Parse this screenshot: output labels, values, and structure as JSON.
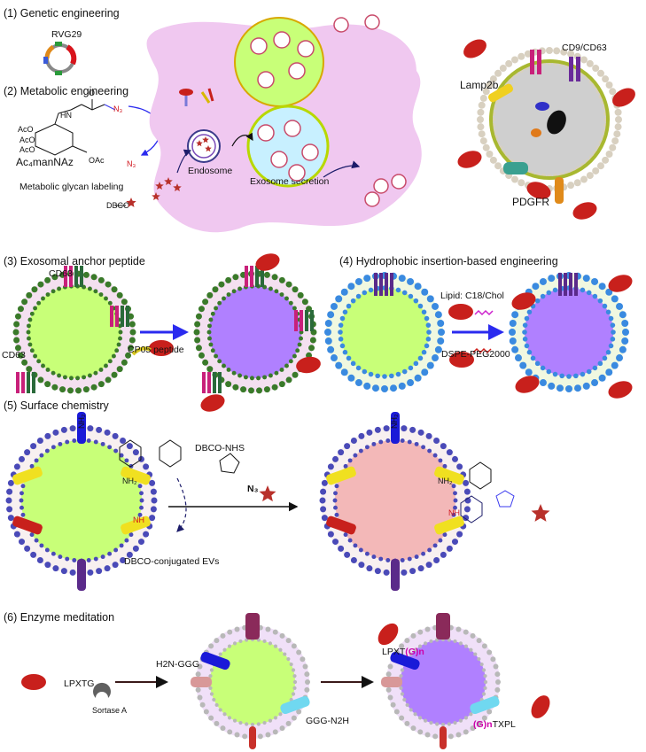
{
  "panel1": {
    "title": "(1) Genetic engineering",
    "plasmid_label": "RVG29"
  },
  "panel2": {
    "title": "(2) Metabolic engineering",
    "sugar_label": "Ac₄manNAz",
    "acO_1": "AcO",
    "acO_2": "AcO",
    "acO_3": "AcO",
    "oac": "OAc",
    "hn": "HN",
    "n3": "N₃",
    "glycan_label": "Metabolic glycan labeling",
    "dbco": "DBCO",
    "endosome": "Endosome",
    "secretion": "Exosome secretion"
  },
  "exosome_top": {
    "cd9_cd63": "CD9/CD63",
    "lamp2b": "Lamp2b",
    "pdgfr": "PDGFR"
  },
  "panel3": {
    "title": "(3) Exosomal anchor peptide",
    "cd63_top": "CD63",
    "cd63_left": "CD63",
    "cp05": "CP05 peptide"
  },
  "panel4": {
    "title": "(4) Hydrophobic insertion-based engineering",
    "lipid": "Lipid: C18/Chol",
    "dspe": "DSPE-PEG2000"
  },
  "panel5": {
    "title": "(5) Surface chemistry",
    "dbco_nhs": "DBCO-NHS",
    "nh2": "NH₂",
    "nh": "NH",
    "n3": "N₃",
    "dbco_evs": "DBCO-conjugated EVs"
  },
  "panel6": {
    "title": "(6) Enzyme meditation",
    "lpxtg": "LPXTG",
    "sortase": "Sortase A",
    "h2n_ggg": "H2N-GGG",
    "ggg_n2h": "GGG-N2H",
    "lpxt": "LPXT",
    "g_n": "(G)n",
    "g_n_2": "(G)n",
    "txpl": "TXPL"
  },
  "colors": {
    "cell": "#f0c8f0",
    "vesicle_green": "#c8ff78",
    "vesicle_purple": "#b080ff",
    "vesicle_pink": "#f3b8b8",
    "ligand_red": "#c8201c",
    "arrow_navy": "#1c1c6a",
    "arrow_blue": "#2a2aef",
    "bead_green": "#3a7a2a",
    "bead_blue": "#3a8ae0",
    "bead_gray": "#b8b8b8"
  }
}
